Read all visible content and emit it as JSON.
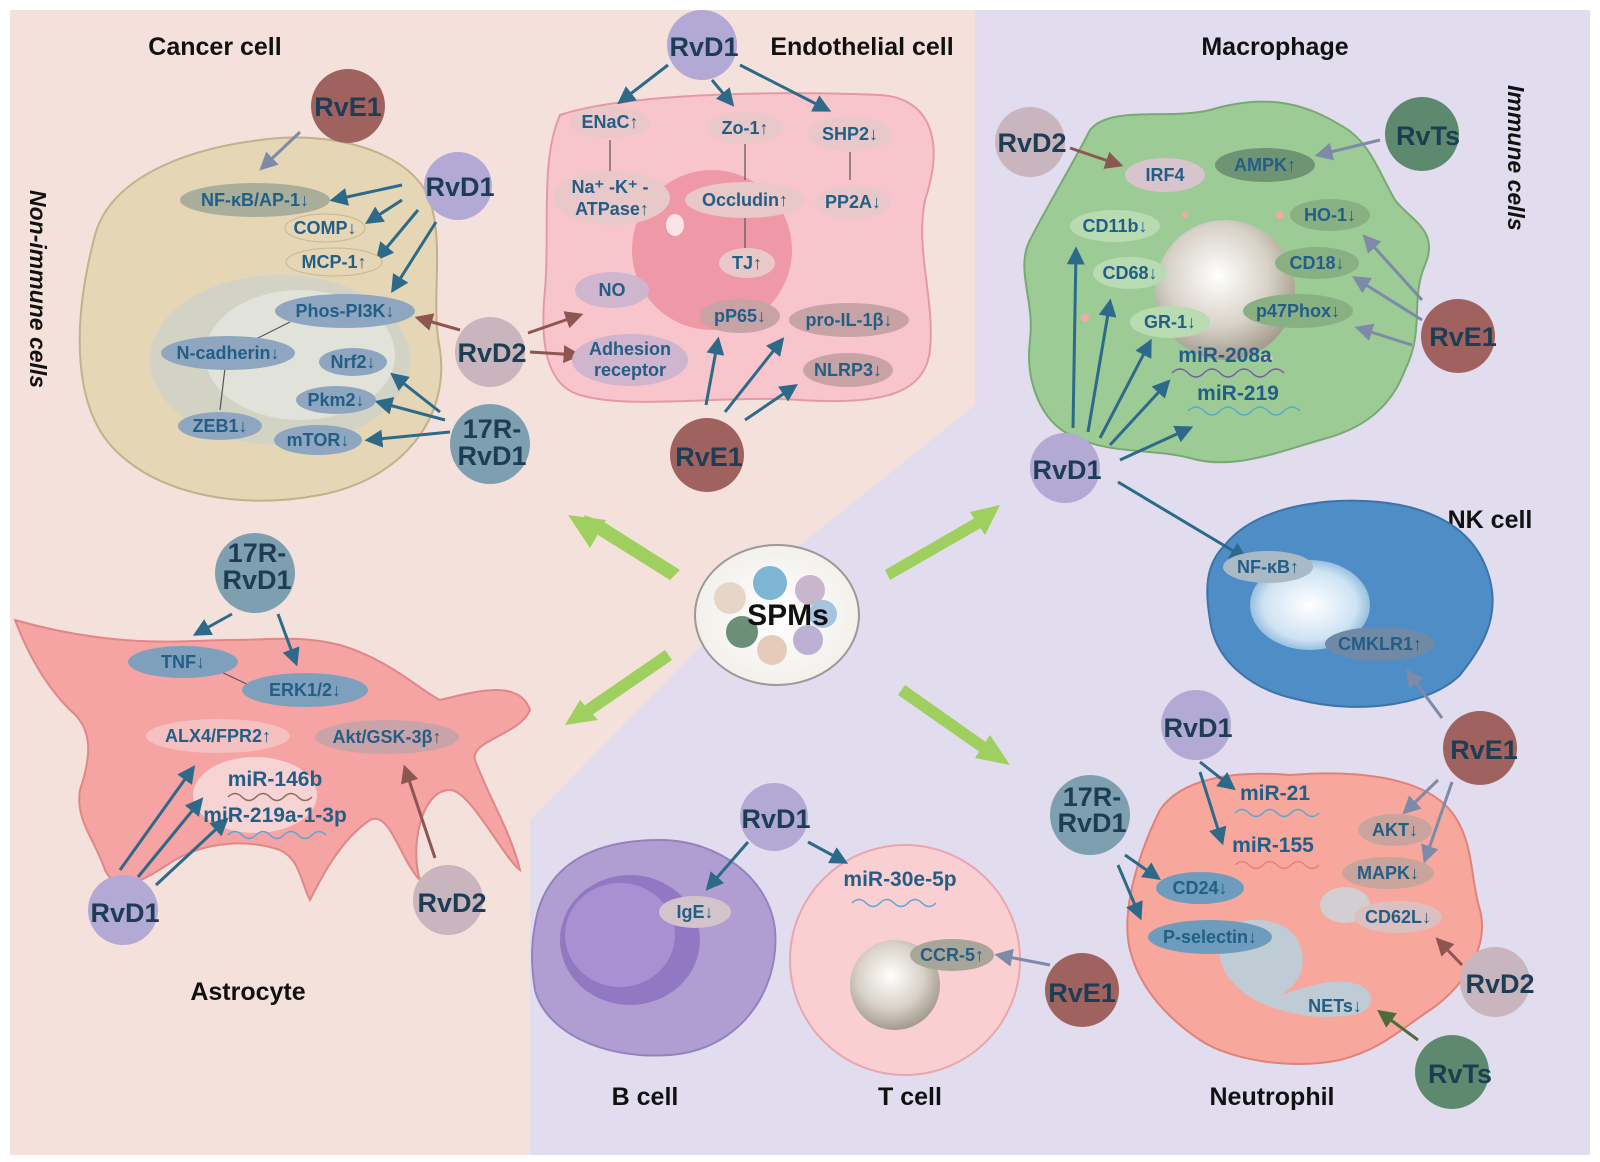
{
  "hub": "SPMs",
  "sides": {
    "left": "Non-immune cells",
    "right": "Immune cells"
  },
  "cells": {
    "cancer": "Cancer cell",
    "endothelial": "Endothelial cell",
    "macrophage": "Macrophage",
    "nk": "NK cell",
    "astrocyte": "Astrocyte",
    "bcell": "B cell",
    "tcell": "T cell",
    "neutrophil": "Neutrophil"
  },
  "mediators": {
    "cancer_rve1": "RvE1",
    "cancer_rvd1": "RvD1",
    "cancer_rvd2": "RvD2",
    "cancer_17r_a": "17R-",
    "cancer_17r_b": "RvD1",
    "endo_rvd1": "RvD1",
    "endo_rve1": "RvE1",
    "mac_rvd2": "RvD2",
    "mac_rvts": "RvTs",
    "mac_rve1": "RvE1",
    "mac_rvd1": "RvD1",
    "astro_17r_a": "17R-",
    "astro_17r_b": "RvD1",
    "astro_rvd1": "RvD1",
    "astro_rvd2": "RvD2",
    "b_rvd1": "RvD1",
    "t_rve1": "RvE1",
    "neu_rvd1": "RvD1",
    "neu_17r_a": "17R-",
    "neu_17r_b": "RvD1",
    "neu_rve1": "RvE1",
    "neu_rvd2": "RvD2",
    "neu_rvts": "RvTs"
  },
  "targets": {
    "cancer": {
      "nfkb": "NF-κB/AP-1↓",
      "comp": "COMP↓",
      "mcp1": "MCP-1↑",
      "pi3k": "Phos-PI3K↓",
      "ncad": "N-cadherin↓",
      "nrf2": "Nrf2↓",
      "pkm2": "Pkm2↓",
      "zeb1": "ZEB1↓",
      "mtor": "mTOR↓"
    },
    "endothelial": {
      "enac": "ENaC↑",
      "zo1": "Zo-1↑",
      "shp2": "SHP2↓",
      "atpase_1": "Na⁺ -K⁺ -",
      "atpase_2": "ATPase↑",
      "occludin": "Occludin↑",
      "pp2a": "PP2A↓",
      "tj": "TJ↑",
      "no": "NO",
      "adh_1": "Adhesion",
      "adh_2": "receptor",
      "pp65": "pP65↓",
      "proil": "pro-IL-1β↓",
      "nlrp3": "NLRP3↓"
    },
    "macrophage": {
      "irf4": "IRF4",
      "ampk": "AMPK↑",
      "cd11b": "CD11b↓",
      "ho1": "HO-1↓",
      "cd68": "CD68↓",
      "cd18": "CD18↓",
      "gr1": "GR-1↓",
      "p47": "p47Phox↓",
      "mir208a": "miR-208a",
      "mir219": "miR-219"
    },
    "nk": {
      "nfkb": "NF-κB↑",
      "cmklr1": "CMKLR1↑"
    },
    "astrocyte": {
      "tnf": "TNF↓",
      "erk": "ERK1/2↓",
      "alx4": "ALX4/FPR2↑",
      "akt": "Akt/GSK-3β↑",
      "mir146b": "miR-146b",
      "mir219a": "miR-219a-1-3p"
    },
    "bcell": {
      "ige": "IgE↓"
    },
    "tcell": {
      "mir30e": "miR-30e-5p",
      "ccr5": "CCR-5↑"
    },
    "neutrophil": {
      "mir21": "miR-21",
      "mir155": "miR-155",
      "akt": "AKT↓",
      "mapk": "MAPK↓",
      "cd24": "CD24↓",
      "psel": "P-selectin↓",
      "cd62l": "CD62L↓",
      "nets": "NETs↓"
    }
  },
  "colors": {
    "bg_noniimmune": "#f5e1db",
    "bg_immune": "#e1dcee",
    "rve1": "#a0625e",
    "rvd1": "#b2a9d4",
    "rvd2": "#c9b5bd",
    "r17": "#7e9fb0",
    "rvts": "#5d8a6f",
    "arrow_blue": "#2d6a8a",
    "arrow_green": "#9fd05f"
  }
}
